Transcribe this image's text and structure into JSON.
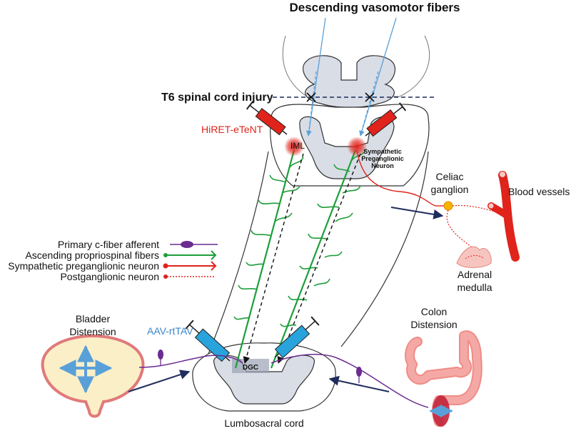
{
  "labels": {
    "descending": "Descending vasomotor fibers",
    "injury": "T6 spinal cord injury",
    "hiret": "HiRET-eTeNT",
    "iml": "IML",
    "spn": [
      "Sympathetic",
      "Preganglionic",
      "Neuron"
    ],
    "celiac": [
      "Celiac",
      "ganglion"
    ],
    "blood_vessels": "Blood vessels",
    "adrenal": [
      "Adrenal",
      "medulla"
    ],
    "bladder": [
      "Bladder",
      "Distension"
    ],
    "aav": "AAV-rtTAV",
    "colon": [
      "Colon",
      "Distension"
    ],
    "dgc": "DGC",
    "lumbosacral": "Lumbosacral cord"
  },
  "legend": [
    {
      "label": "Primary c-fiber afferent",
      "color": "#6a2c91",
      "style": "afferent"
    },
    {
      "label": "Ascending propriospinal fibers",
      "color": "#1e9e3a",
      "style": "propriospinal"
    },
    {
      "label": "Sympathetic preganglionic neuron",
      "color": "#e0231b",
      "style": "preganglionic"
    },
    {
      "label": "Postganglionic neuron",
      "color": "#e0231b",
      "style": "postganglionic"
    }
  ],
  "colors": {
    "red": "#e0231b",
    "green": "#1e9e3a",
    "purple": "#6a2c91",
    "blue_arrow": "#5aa0d8",
    "cyan_syringe": "#29a3dc",
    "navy": "#1f2d5c",
    "cord_gray": "#d9dde6",
    "colon_pink": "#f4a9a6",
    "bladder_fill": "#fbefc8"
  }
}
